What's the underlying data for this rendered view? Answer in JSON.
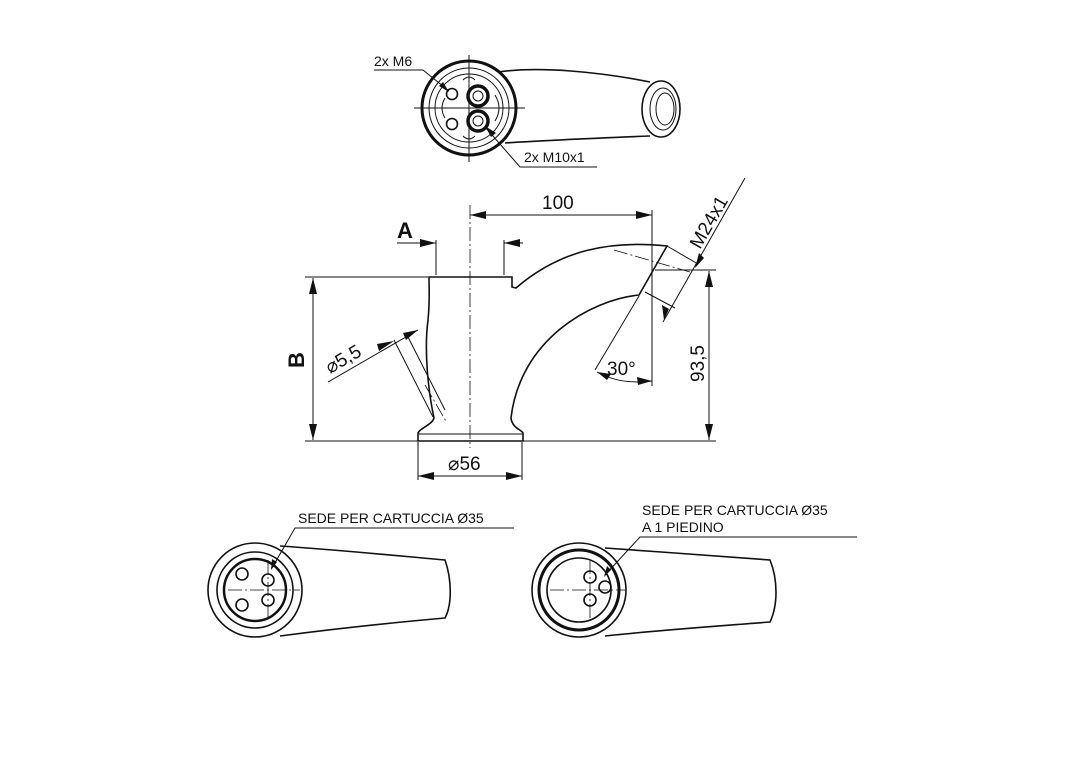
{
  "drawing": {
    "top_view": {
      "callout_m6": "2x M6",
      "callout_m10": "2x M10x1"
    },
    "side_view": {
      "dim_reach": "100",
      "dim_a": "A",
      "dim_b": "B",
      "dim_thread": "M24x1",
      "dim_height": "93,5",
      "dim_hole": "⌀5,5",
      "dim_angle": "30°",
      "dim_base": "⌀56"
    },
    "bottom_view_left": {
      "label": "SEDE PER CARTUCCIA Ø35"
    },
    "bottom_view_right": {
      "label_line1": "SEDE PER CARTUCCIA Ø35",
      "label_line2": "A 1 PIEDINO"
    }
  }
}
